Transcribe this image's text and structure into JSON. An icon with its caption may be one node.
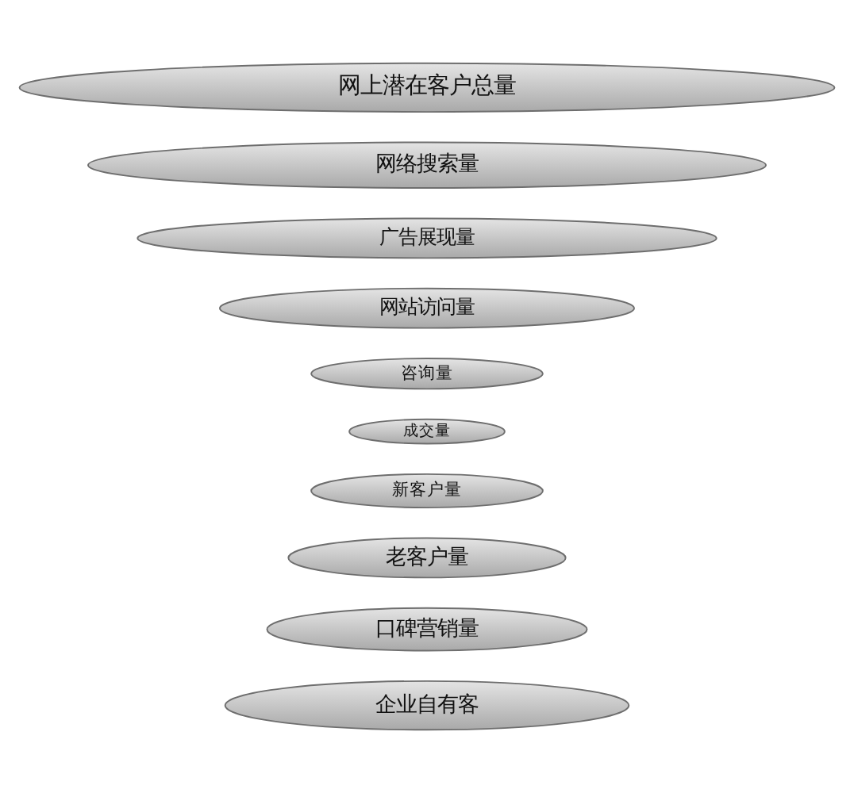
{
  "diagram": {
    "nodes": [
      {
        "text": [
          "网上潜在客户总量"
        ]
      },
      {
        "text": [
          "网络搜索量"
        ]
      },
      {
        "text": [
          "广告展现量"
        ]
      },
      {
        "text": [
          "网站访问量"
        ]
      },
      {
        "text": [
          "咨询量"
        ]
      },
      {
        "text": [
          "成交量"
        ]
      },
      {
        "text": [
          "新客户量"
        ]
      },
      {
        "text": [
          "老客户量"
        ]
      },
      {
        "text": [
          "口碑营销量"
        ]
      },
      {
        "text": [
          "企业自有客"
        ]
      }
    ]
  }
}
